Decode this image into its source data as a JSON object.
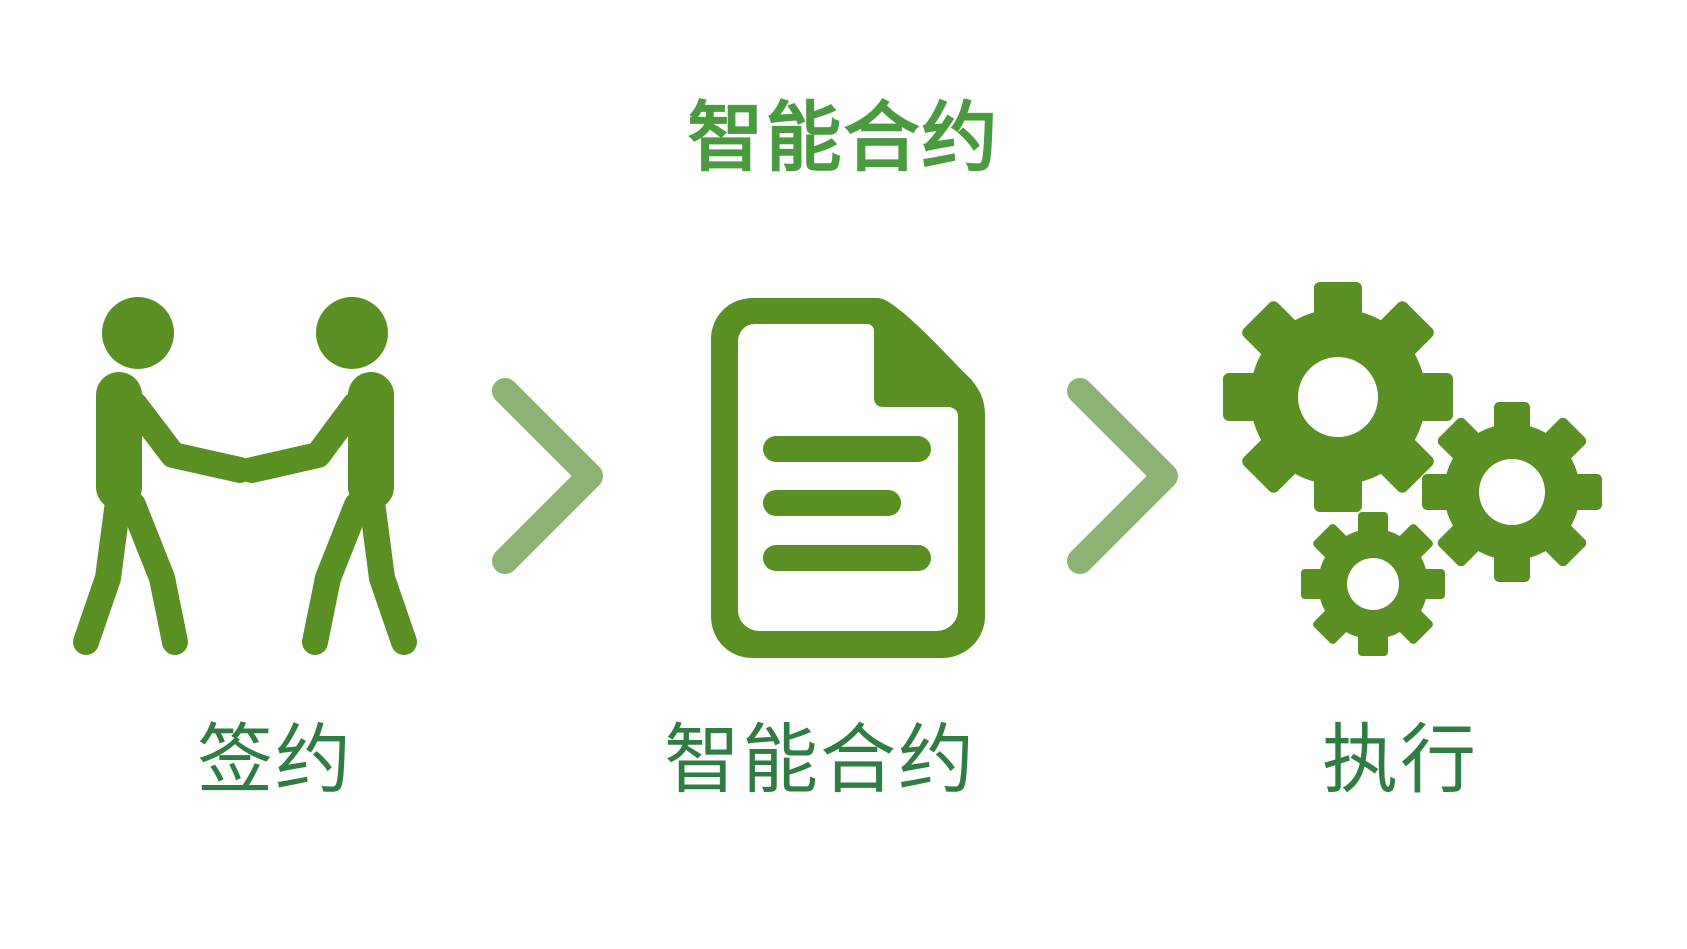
{
  "title": "智能合约",
  "steps": [
    {
      "label": "签约",
      "icon": "handshake-people-icon"
    },
    {
      "label": "智能合约",
      "icon": "document-icon"
    },
    {
      "label": "执行",
      "icon": "gears-icon"
    }
  ],
  "arrows": [
    "chevron-right-icon",
    "chevron-right-icon"
  ],
  "colors": {
    "title": "#4a9a3f",
    "caption": "#2f7d43",
    "icon": "#5a8f24",
    "arrow": "#8cb373"
  }
}
